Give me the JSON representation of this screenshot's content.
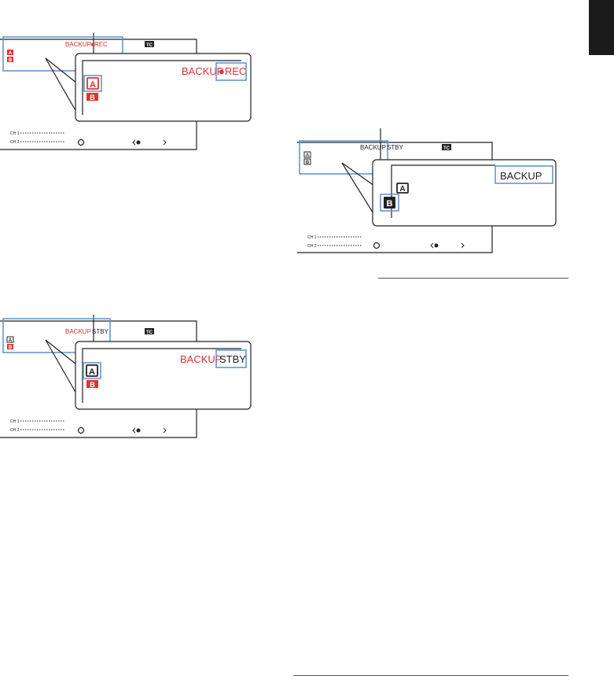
{
  "colors": {
    "highlight": "#5b8fcb",
    "red": "#e0332e",
    "line": "#222222"
  },
  "figure_rec": {
    "screen_backup": "BACKUP",
    "screen_rec": "●REC",
    "tc_icon": "TC",
    "card_a": "A",
    "card_b": "B",
    "zoom_backup": "BACKUP",
    "zoom_rec": "●REC",
    "zoom_card_a": "A",
    "zoom_card_b": "B",
    "ch1": "CH 1",
    "ch2": "CH 2"
  },
  "figure_stby": {
    "screen_backup": "BACKUP",
    "screen_stby": "STBY",
    "tc_icon": "TC",
    "card_a": "A",
    "card_b": "B",
    "zoom_backup": "BACKUP",
    "zoom_stby": "STBY",
    "zoom_card_a": "A",
    "zoom_card_b": "B",
    "ch1": "CH 1",
    "ch2": "CH 2"
  },
  "figure_backup": {
    "screen_backup": "BACKUP",
    "screen_stby": "STBY",
    "tc_icon": "TC",
    "card_a": "A",
    "card_b": "B",
    "zoom_backup": "BACKUP",
    "zoom_card_a": "A",
    "zoom_card_b": "B",
    "ch1": "CH 1",
    "ch2": "CH 2"
  }
}
